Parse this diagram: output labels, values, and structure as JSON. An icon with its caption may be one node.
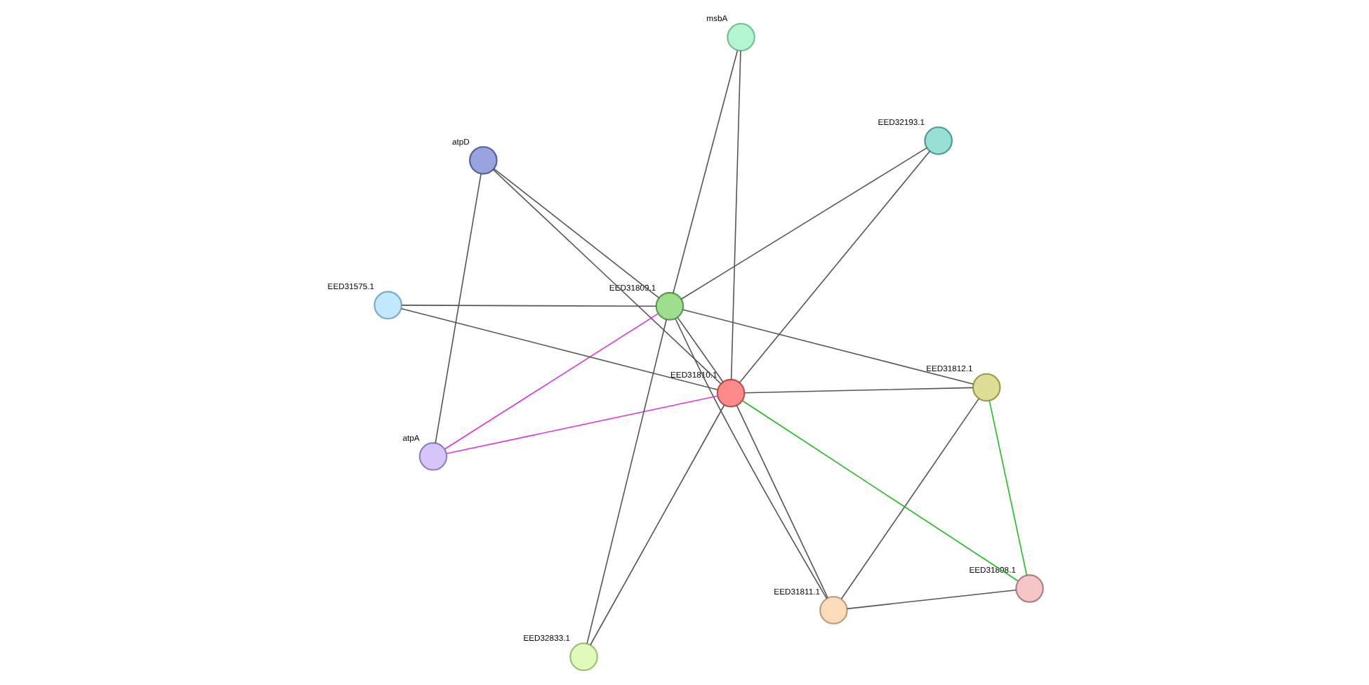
{
  "diagram": {
    "nodes": [
      {
        "text": [
          "msbA"
        ]
      },
      {
        "text": [
          "EED31811.1"
        ]
      },
      {
        "text": [
          "EED31808.1"
        ]
      },
      {
        "text": [
          "atpA"
        ]
      },
      {
        "text": [
          "EED31812.1"
        ]
      },
      {
        "text": [
          "EED31810.1"
        ]
      },
      {
        "text": [
          "EED31809.1"
        ]
      },
      {
        "text": [
          "atpD"
        ]
      },
      {
        "text": [
          "EED31575.1"
        ]
      },
      {
        "text": [
          "EED32833.1"
        ]
      },
      {
        "text": [
          "EED32193.1"
        ]
      }
    ],
    "edges": [
      {
        "from": 0,
        "to": 5,
        "arrow": "none"
      },
      {
        "from": 0,
        "to": 6,
        "arrow": "none"
      },
      {
        "from": 1,
        "to": 2,
        "arrow": "none"
      },
      {
        "from": 1,
        "to": 4,
        "arrow": "none"
      },
      {
        "from": 1,
        "to": 5,
        "arrow": "none"
      },
      {
        "from": 1,
        "to": 6,
        "arrow": "none"
      },
      {
        "from": 2,
        "to": 4,
        "arrow": "none",
        "color": "#22bb22"
      },
      {
        "from": 2,
        "to": 5,
        "arrow": "none",
        "color": "#22bb22"
      },
      {
        "from": 4,
        "to": 5,
        "arrow": "none"
      },
      {
        "from": 4,
        "to": 6,
        "arrow": "none"
      },
      {
        "from": 3,
        "to": 5,
        "arrow": "none",
        "color": "#dd33dd"
      },
      {
        "from": 3,
        "to": 6,
        "arrow": "none",
        "color": "#dd33dd"
      },
      {
        "from": 3,
        "to": 7,
        "arrow": "none"
      },
      {
        "from": 5,
        "to": 6,
        "arrow": "none"
      },
      {
        "from": 5,
        "to": 7,
        "arrow": "none"
      },
      {
        "from": 6,
        "to": 7,
        "arrow": "none"
      },
      {
        "from": 5,
        "to": 8,
        "arrow": "none"
      },
      {
        "from": 6,
        "to": 8,
        "arrow": "none"
      },
      {
        "from": 5,
        "to": 10,
        "arrow": "none"
      },
      {
        "from": 6,
        "to": 10,
        "arrow": "none"
      },
      {
        "from": 5,
        "to": 9,
        "arrow": "none"
      },
      {
        "from": 6,
        "to": 9,
        "arrow": "none"
      }
    ]
  }
}
